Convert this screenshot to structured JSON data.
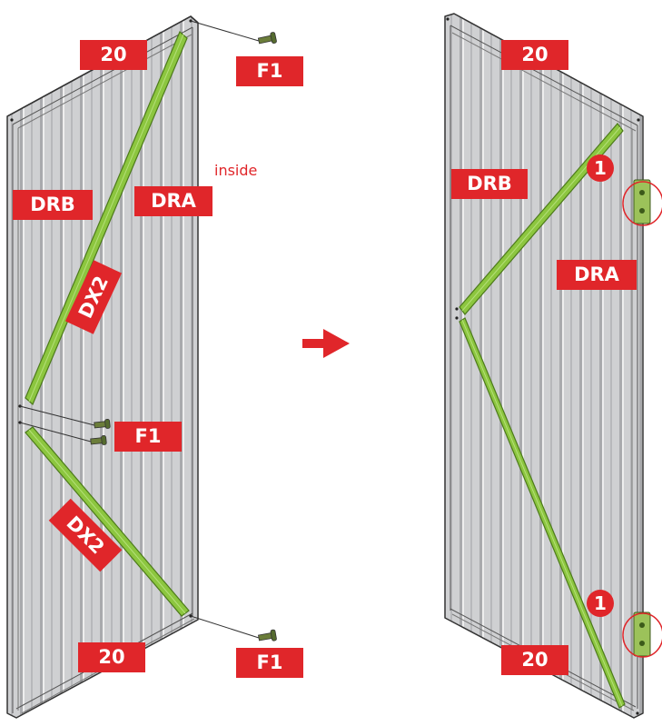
{
  "labels": {
    "top_left_20": "20",
    "bottom_left_20": "20",
    "top_right_20": "20",
    "bottom_right_20": "20",
    "f1_top": "F1",
    "f1_middle": "F1",
    "f1_bottom": "F1",
    "drb_left": "DRB",
    "dra_left": "DRA",
    "drb_right": "DRB",
    "dra_right": "DRA",
    "dx2_upper": "DX2",
    "dx2_lower": "DX2",
    "inside_note": "inside",
    "hinge_step_top": "1",
    "hinge_step_bottom": "1"
  },
  "colors": {
    "label_red": "#e0262a",
    "brace_green": "#8cc63f",
    "panel_gray": "#c8c9cb",
    "frame_dark": "#3a3a3a"
  },
  "icons": {
    "arrow": "right-arrow-icon",
    "screw": "screw-icon",
    "hinge": "hinge-icon"
  }
}
